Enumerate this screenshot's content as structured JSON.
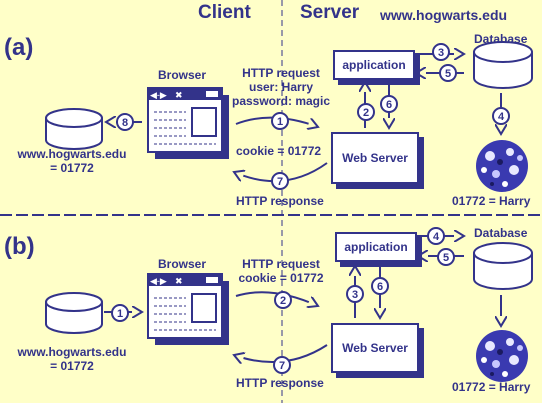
{
  "colors": {
    "background": "#ffffc8",
    "ink": "#33338a",
    "white": "#ffffff",
    "cookieBlue": "#2c2ca0"
  },
  "header": {
    "client": "Client",
    "server": "Server",
    "domain": "www.hogwarts.edu"
  },
  "panel_a": {
    "label": "(a)",
    "browser": "Browser",
    "request_lines": [
      "HTTP request",
      "user: Harry",
      "password: magic"
    ],
    "cookie": "cookie = 01772",
    "response": "HTTP response",
    "application": "application",
    "web_server": "Web Server",
    "database": "Database",
    "client_store_lines": [
      "www.hogwarts.edu",
      "= 01772"
    ],
    "db_record": "01772 = Harry",
    "steps": [
      "1",
      "2",
      "3",
      "4",
      "5",
      "6",
      "7",
      "8"
    ]
  },
  "panel_b": {
    "label": "(b)",
    "browser": "Browser",
    "request_lines": [
      "HTTP request",
      "cookie = 01772"
    ],
    "response": "HTTP response",
    "application": "application",
    "web_server": "Web Server",
    "database": "Database",
    "client_store_lines": [
      "www.hogwarts.edu",
      "= 01772"
    ],
    "db_record": "01772 = Harry",
    "steps": [
      "1",
      "2",
      "3",
      "4",
      "5",
      "6",
      "7"
    ]
  }
}
